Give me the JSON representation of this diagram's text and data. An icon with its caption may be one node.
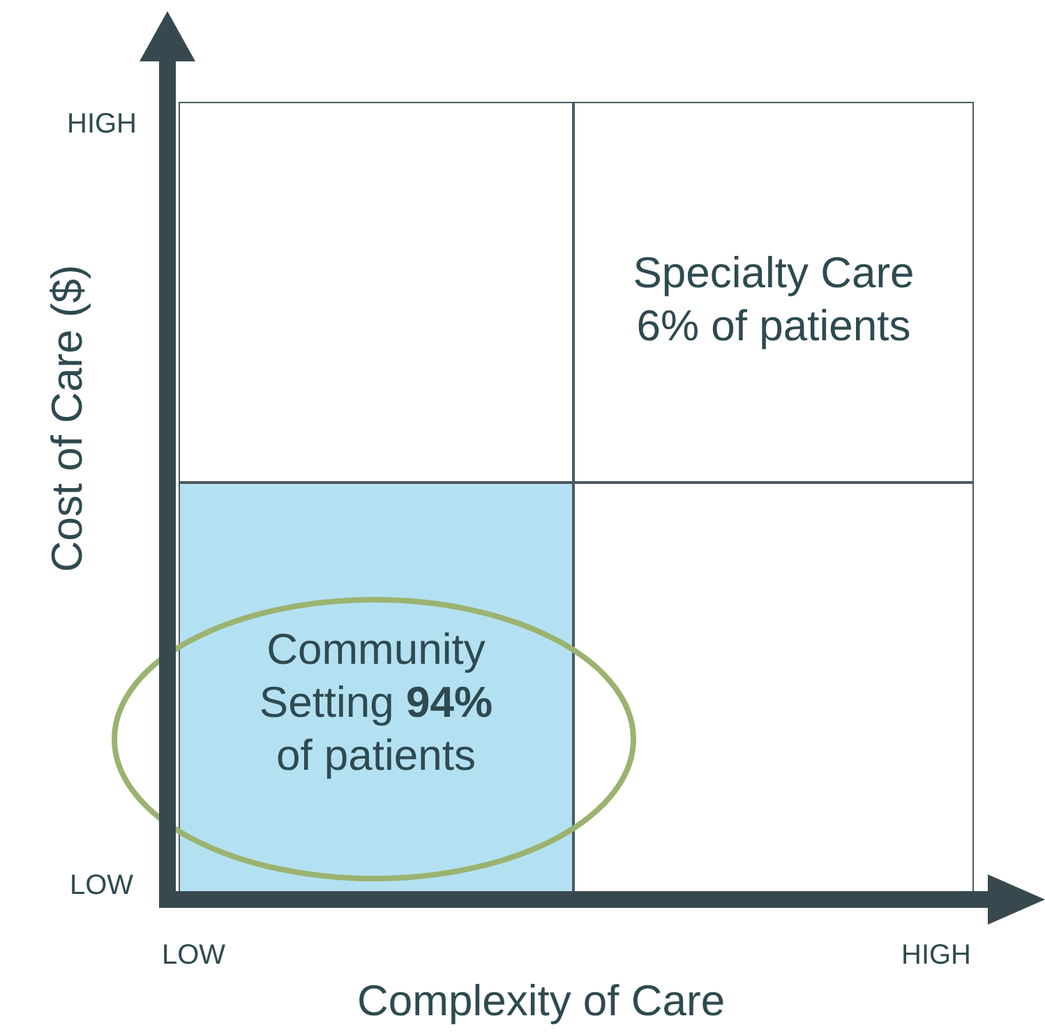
{
  "diagram": {
    "nodes": [
      {
        "text": [],
        "shape": "box"
      },
      {
        "text": [
          "Specialty Care 6% of patients"
        ]
      },
      {
        "text": [
          "Community Setting **94%** of patients"
        ]
      },
      {
        "text": [],
        "shape": "box"
      }
    ],
    "edges": [],
    "labels": [
      "HIGH",
      "Cost of Care ($)",
      "LOW",
      "LOW",
      "HIGH",
      "Complexity of Care"
    ]
  }
}
